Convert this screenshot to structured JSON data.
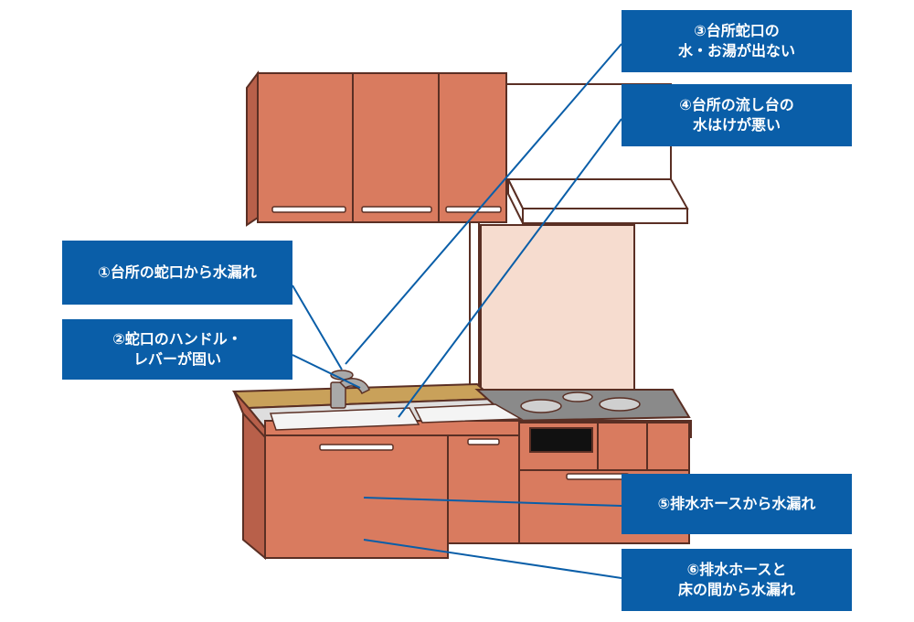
{
  "callouts": [
    {
      "id": "1",
      "text": "①台所の蛇口から水漏れ"
    },
    {
      "id": "2",
      "text": "②蛇口のハンドル・\nレバーが固い"
    },
    {
      "id": "3",
      "text": "③台所蛇口の\n水・お湯が出ない"
    },
    {
      "id": "4",
      "text": "④台所の流し台の\n水はけが悪い"
    },
    {
      "id": "5",
      "text": "⑤排水ホースから水漏れ"
    },
    {
      "id": "6",
      "text": "⑥排水ホースと\n床の間から水漏れ"
    }
  ],
  "colors": {
    "callout_bg": "#0a5ea8",
    "callout_text": "#ffffff",
    "cabinet": "#d97b5f",
    "cabinet_dark": "#b8604a",
    "outline": "#5a2f24",
    "countertop_wood": "#c9a15a",
    "backsplash": "#f6dccf",
    "sink_steel": "#dedede",
    "cooktop": "#8a8a8a",
    "leader_line": "#0a5ea8"
  }
}
